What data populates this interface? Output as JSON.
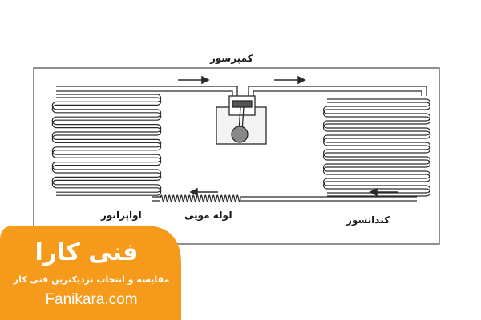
{
  "diagram": {
    "labels": {
      "compressor": "کمپرسور",
      "evaporator": "اواپراتور",
      "capillary_tube": "لوله مویی",
      "condenser": "کندانسور"
    }
  },
  "watermark": {
    "brand_name": "فنی کارا",
    "tagline": "مقایسه و انتخاب نزدیکترین  فنی کار",
    "website": "Fanikara.com"
  },
  "colors": {
    "badge": "#f59a1b",
    "line": "#2a2a2a",
    "frame": "#6a6a6a"
  }
}
